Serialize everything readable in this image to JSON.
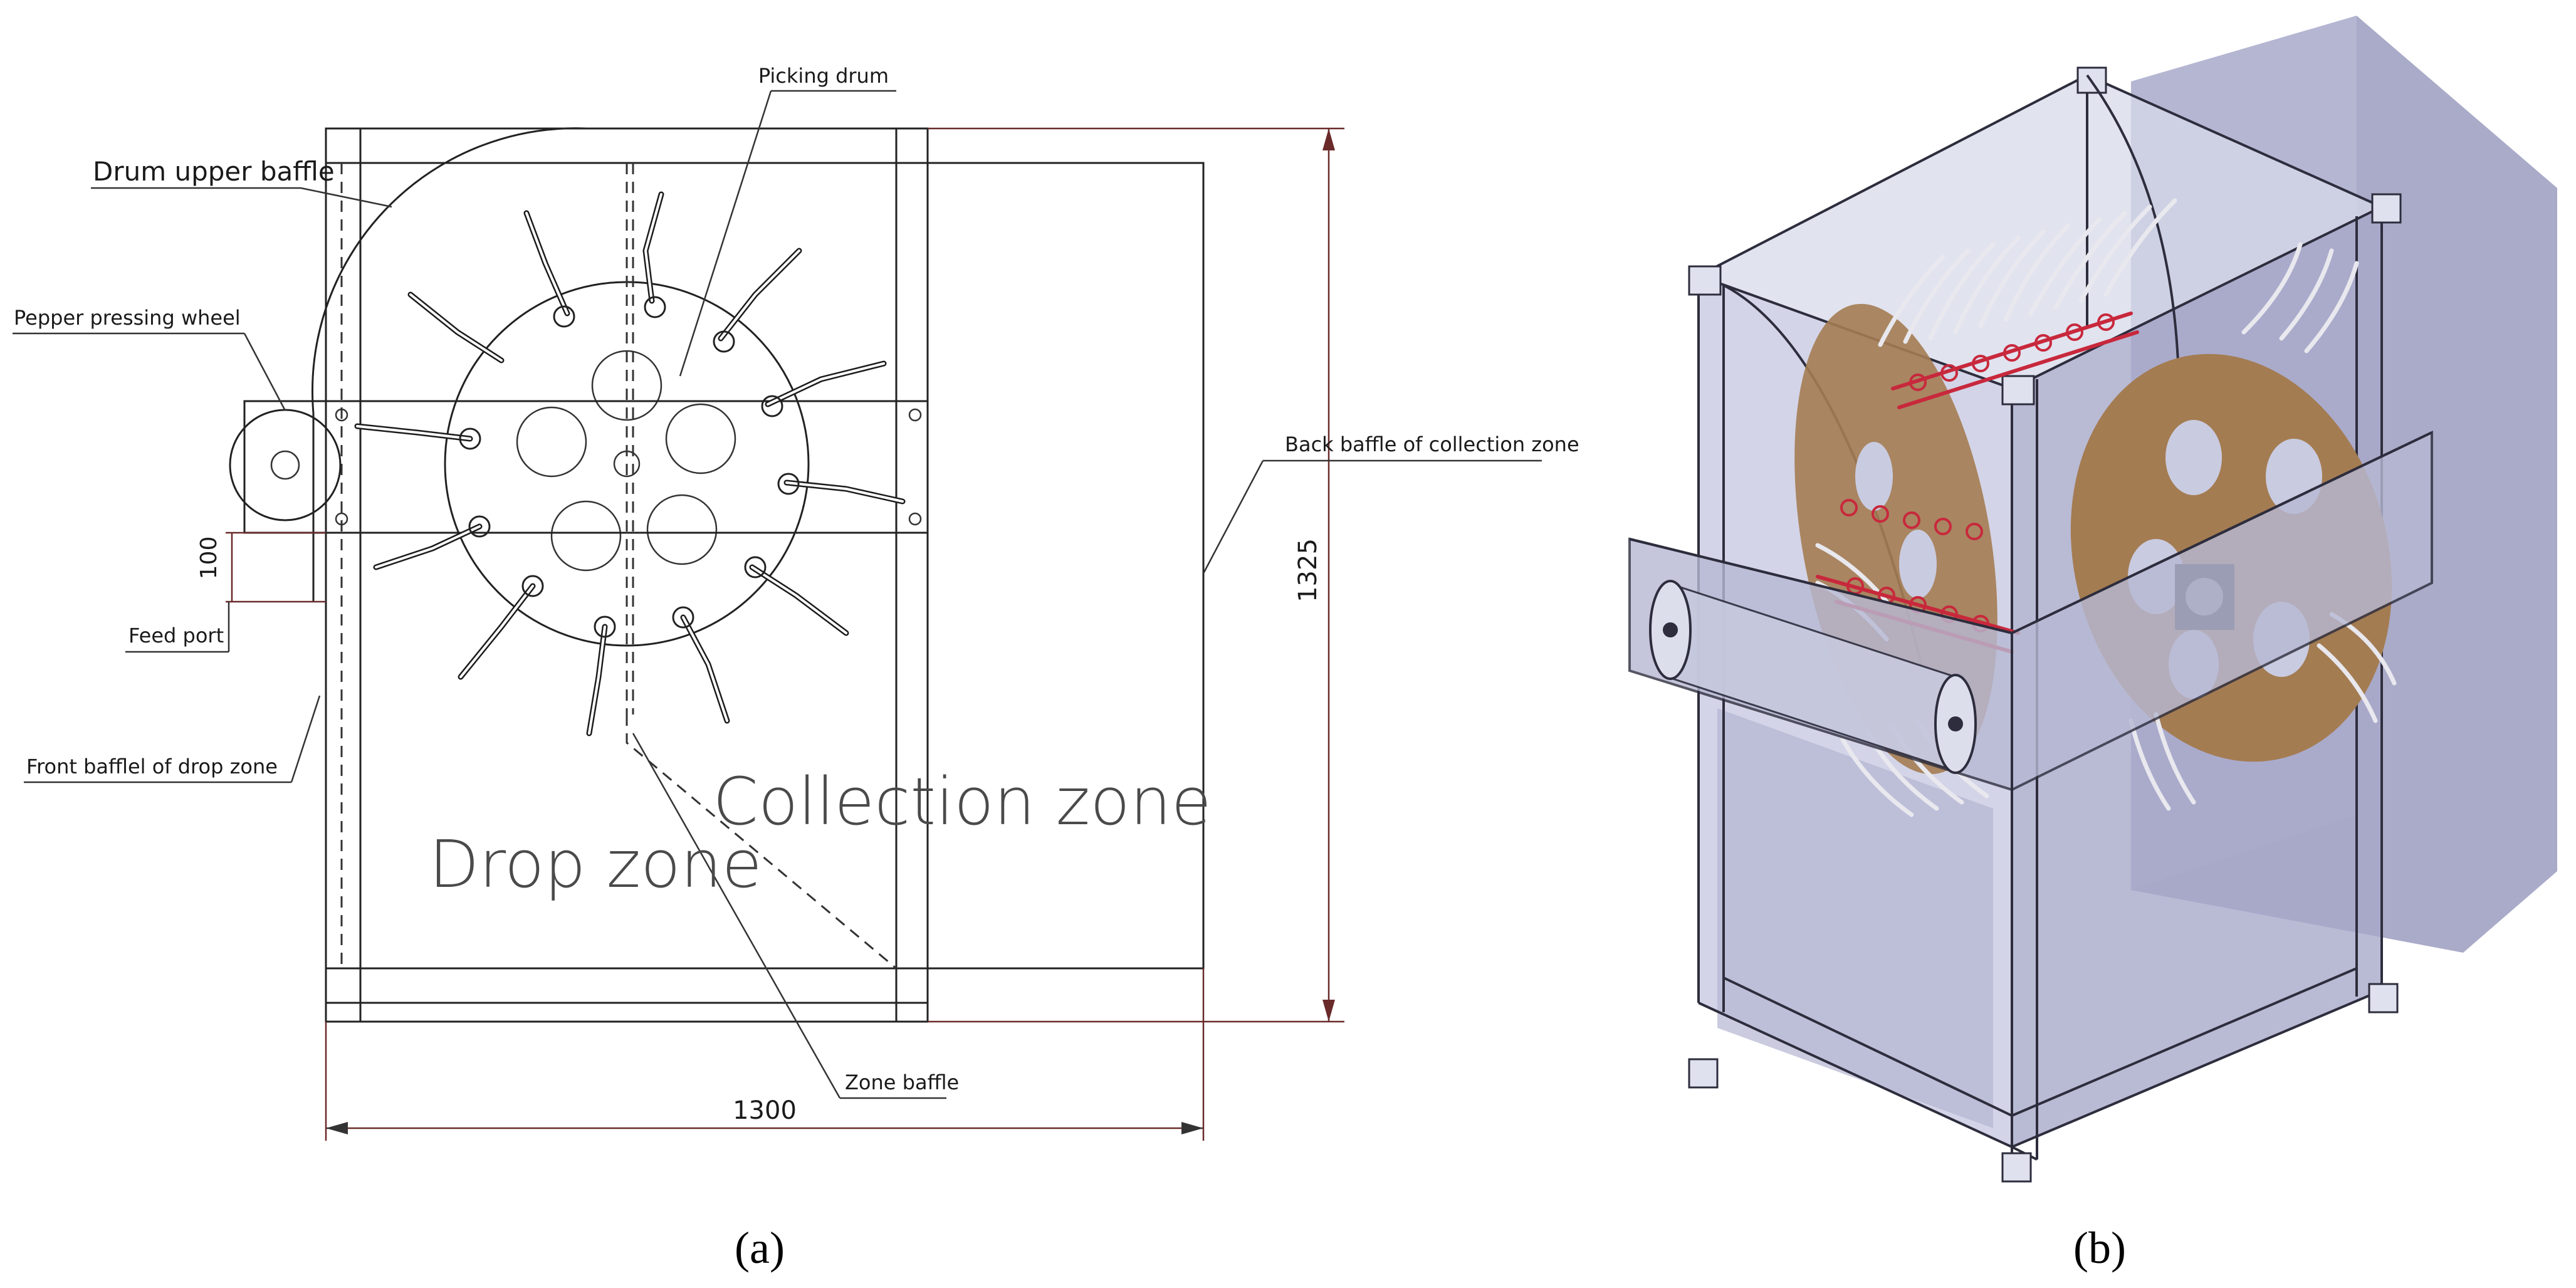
{
  "panel_a": {
    "labels": {
      "picking_drum": "Picking drum",
      "drum_upper_baffle": "Drum upper baffle",
      "pepper_pressing_wheel": "Pepper pressing wheel",
      "back_baffle": "Back baffle of collection zone",
      "feed_port": "Feed port",
      "front_baffle": "Front bafflel of drop zone",
      "zone_baffle": "Zone baffle",
      "drop_zone": "Drop zone",
      "collection_zone": "Collection zone"
    },
    "dimensions": {
      "height": "1325",
      "width": "1300",
      "feed_offset": "100"
    },
    "caption": "(a)"
  },
  "panel_b": {
    "caption": "(b)"
  },
  "colors": {
    "line": "#222222",
    "dimension": "#6b2a2a",
    "glass_panel": "#b8bad6",
    "drum_disc": "#a47c52",
    "spring_red": "#c8283c"
  }
}
